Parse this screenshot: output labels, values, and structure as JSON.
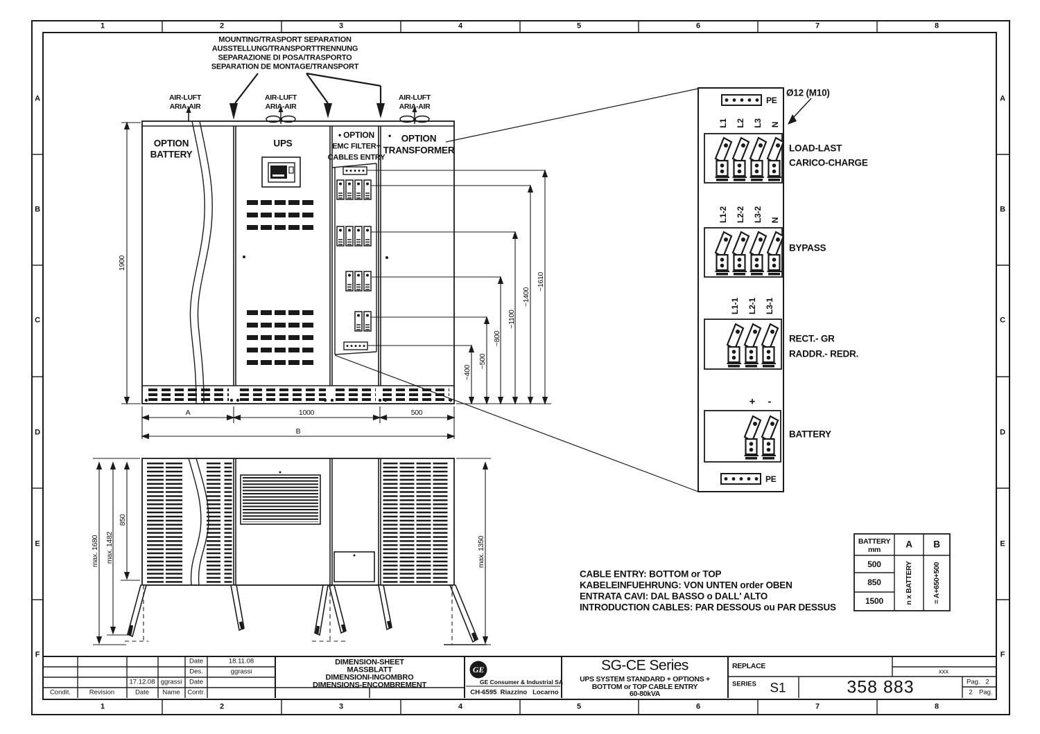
{
  "grid": {
    "cols": [
      "1",
      "2",
      "3",
      "4",
      "5",
      "6",
      "7",
      "8"
    ],
    "rows": [
      "A",
      "B",
      "C",
      "D",
      "E",
      "F"
    ]
  },
  "sep_note": {
    "l1": "MOUNTING/TRASPORT SEPARATION",
    "l2": "AUSSTELLUNG/TRANSPORTTRENNUNG",
    "l3": "SEPARAZIONE DI POSA/TRASPORTO",
    "l4": "SEPARATION DE MONTAGE/TRANSPORT"
  },
  "air": {
    "l1": "AIR-LUFT",
    "l2": "ARIA-AIR"
  },
  "front": {
    "battery_l1": "OPTION",
    "battery_l2": "BATTERY",
    "ups": "UPS",
    "emc_l1": "• OPTION",
    "emc_l2": "EMC FILTER+",
    "emc_l3": "CABLES ENTRY",
    "tr_bullet": "•",
    "tr_l1": "OPTION",
    "tr_l2": "TRANSFORMER",
    "dim_h": "1900",
    "dim_a": "A",
    "dim_1000": "1000",
    "dim_500": "500",
    "dim_b": "B",
    "d400": "~400",
    "d500": "~500",
    "d800": "~800",
    "d1100": "~1100",
    "d1400": "~1400",
    "d1610": "~1610"
  },
  "detail": {
    "hole": "Ø12 (M10)",
    "pe_top": "PE",
    "pe_bot": "PE",
    "t_l1": "L1",
    "t_l2": "L2",
    "t_l3": "L3",
    "t_n": "N",
    "t_l12": "L1-2",
    "t_l22": "L2-2",
    "t_l32": "L3-2",
    "t_n2": "N",
    "t_l11": "L1-1",
    "t_l21": "L2-1",
    "t_l31": "L3-1",
    "plus": "+",
    "minus": "-",
    "load_l1": "LOAD-LAST",
    "load_l2": "CARICO-CHARGE",
    "bypass": "BYPASS",
    "rect_l1": "RECT.- GR",
    "rect_l2": "RADDR.- REDR.",
    "battery": "BATTERY"
  },
  "rear": {
    "d1680": "max. 1680",
    "d1482": "max. 1482",
    "d850": "850",
    "d1350": "max. 1350"
  },
  "cable_note": {
    "l1": "CABLE ENTRY: BOTTOM or TOP",
    "l2": "KABELEINFUEHRUNG: VON UNTEN order OBEN",
    "l3": "ENTRATA CAVI: DAL BASSO o DALL' ALTO",
    "l4": "INTRODUCTION CABLES: PAR DESSOUS ou PAR DESSUS"
  },
  "btable": {
    "h1a": "BATTERY",
    "h1b": "mm",
    "h2": "A",
    "h3": "B",
    "r1": "500",
    "r2": "850",
    "r3": "1500",
    "col_a": "n x BATTERY",
    "col_b": "= A+650+500"
  },
  "tblock": {
    "date_lbl": "Date",
    "date_val": "18.11.08",
    "des_lbl": "Des.",
    "des_val": "ggrassi",
    "r3_date": "17.12.08",
    "r3_name": "ggrassi",
    "r3_lbl": "Date",
    "contr_lbl": "Contr.",
    "condit": "Condit.",
    "revision": "Revision",
    "date_col": "Date",
    "name_col": "Name",
    "title1": "DIMENSION-SHEET",
    "title2": "MASSBLATT",
    "title3": "DIMENSIONI-INGOMBRO",
    "title4": "DIMENSIONS-ENCOMBREMENT",
    "logo": "GE",
    "company": "GE Consumer & Industrial SA",
    "address": "CH-6595  Riazzino   Locarno",
    "series_name": "SG-CE Series",
    "sub1": "UPS SYSTEM STANDARD + OPTIONS +",
    "sub2": "BOTTOM or TOP CABLE ENTRY",
    "sub3": "60-80kVA",
    "replace": "REPLACE",
    "series_lbl": "SERIES",
    "series_val": "S1",
    "xxx": "xxx",
    "docnum": "358 883",
    "pag_lbl": "Pag.",
    "pag_no": "2",
    "pag2_no": "2",
    "pag2_lbl": "Pag."
  }
}
